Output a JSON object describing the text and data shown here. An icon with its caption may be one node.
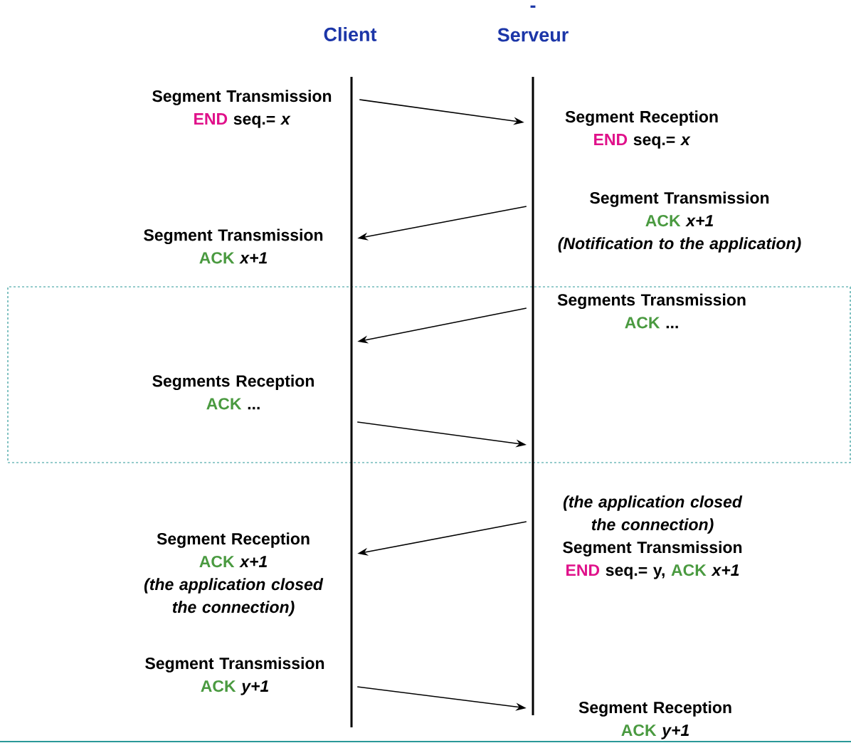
{
  "diagram": {
    "nodes": [
      {
        "text": [
          "Segment Transmission",
          "END",
          "seq.= *x*"
        ]
      },
      {
        "text": [
          "Segment Reception",
          "END",
          "seq.= *x*"
        ]
      },
      {
        "text": [
          "Segment Transmission",
          "ACK",
          "x+1",
          "(Notification to the application)"
        ]
      },
      {
        "text": [
          "Segment Transmission",
          "ACK",
          "x+1"
        ]
      },
      {
        "text": [],
        "shape": "box"
      },
      {
        "text": [
          "Segments Transmission",
          "ACK",
          "..."
        ],
        "in": 4
      },
      {
        "text": [
          "Segments Reception",
          "ACK",
          "..."
        ],
        "in": 4
      },
      {
        "text": [
          "(the application closed the connection)",
          "Segment Transmission",
          "END",
          "seq.= y,",
          "ACK",
          "x+1"
        ]
      },
      {
        "text": [
          "Segment Reception",
          "ACK",
          "x+1",
          "(the application closed the connection)"
        ]
      },
      {
        "text": [
          "Segment Transmission",
          "ACK",
          "y+1"
        ]
      },
      {
        "text": [
          "Segment Reception",
          "ACK",
          "y+1"
        ]
      }
    ],
    "edges": [
      {
        "from": 0,
        "to": 1,
        "arrow": "to"
      },
      {
        "from": 2,
        "to": 3,
        "arrow": "to"
      },
      {
        "from": 5,
        "to": 6,
        "arrow": "to"
      },
      {
        "from": 6,
        "to": null,
        "arrow": "to"
      },
      {
        "from": 7,
        "to": 8,
        "arrow": "to"
      },
      {
        "from": 9,
        "to": 10,
        "arrow": "to"
      }
    ],
    "labels": [
      "-",
      "Client",
      "Serveur"
    ]
  }
}
